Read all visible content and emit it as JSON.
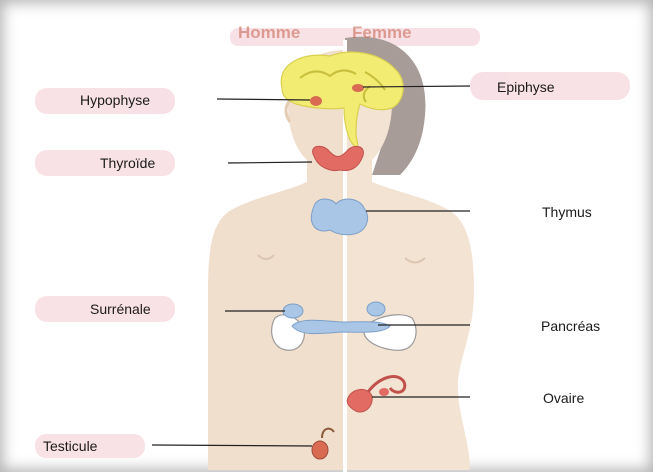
{
  "header": {
    "male": "Homme",
    "female": "Femme"
  },
  "labels": {
    "hypophyse": "Hypophyse",
    "epiphyse": "Epiphyse",
    "thyroide": "Thyroïde",
    "thymus": "Thymus",
    "surrenale": "Surrénale",
    "pancreas": "Pancréas",
    "ovaire": "Ovaire",
    "testicule": "Testicule"
  },
  "colors": {
    "skin_male": "#f1dfcd",
    "skin_female": "#f3e3d3",
    "hair": "#a89c98",
    "brain": "#f2ec73",
    "gland_red": "#e26b63",
    "thymus_blue": "#a9c6e6",
    "label_highlight": "#f6d5dc",
    "header_text": "#c6604a"
  }
}
